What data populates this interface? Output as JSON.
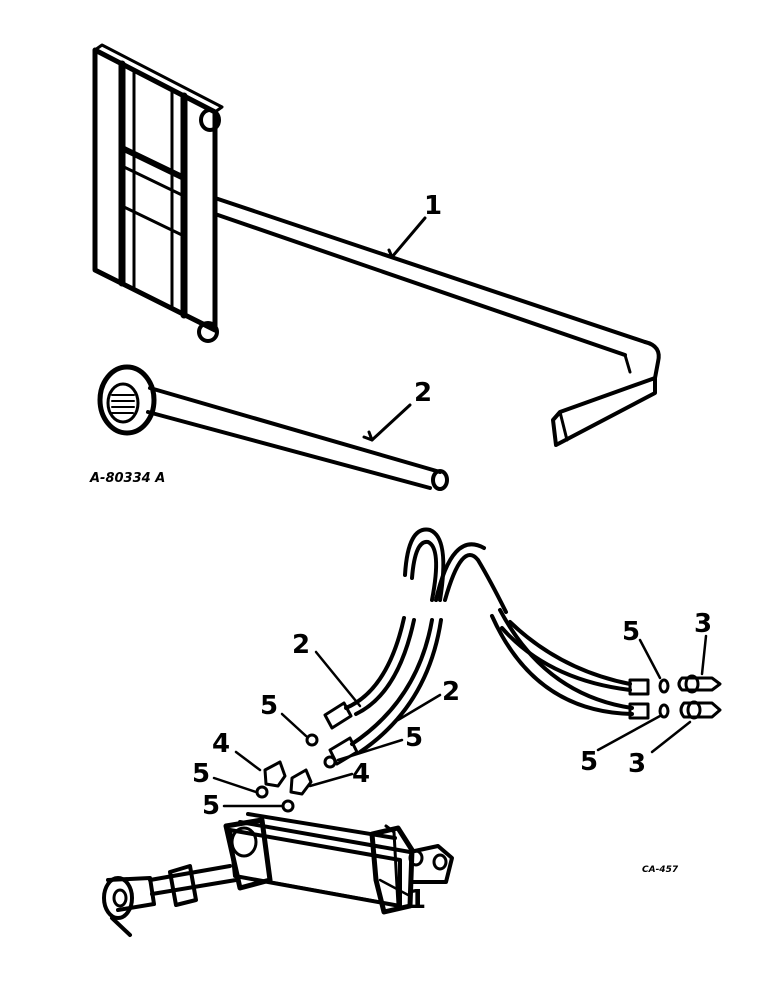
{
  "upper_figure": {
    "code": "A-80334 A",
    "callouts": {
      "frame": "1",
      "wrench": "2"
    }
  },
  "lower_figure": {
    "code": "CA-457",
    "callouts": {
      "cylinder": "1",
      "hose_left": "2",
      "hose_right": "2",
      "coupler_top": "3",
      "coupler_bottom": "3",
      "elbow_top": "4",
      "elbow_bottom": "4",
      "seal_hose_upper": "5",
      "seal_hose_lower": "5",
      "seal_elbow_upper": "5",
      "seal_elbow_lower": "5",
      "seal_coupler_top": "5",
      "seal_coupler_bottom": "5"
    }
  },
  "colors": {
    "ink": "#000000",
    "paper": "#ffffff"
  }
}
